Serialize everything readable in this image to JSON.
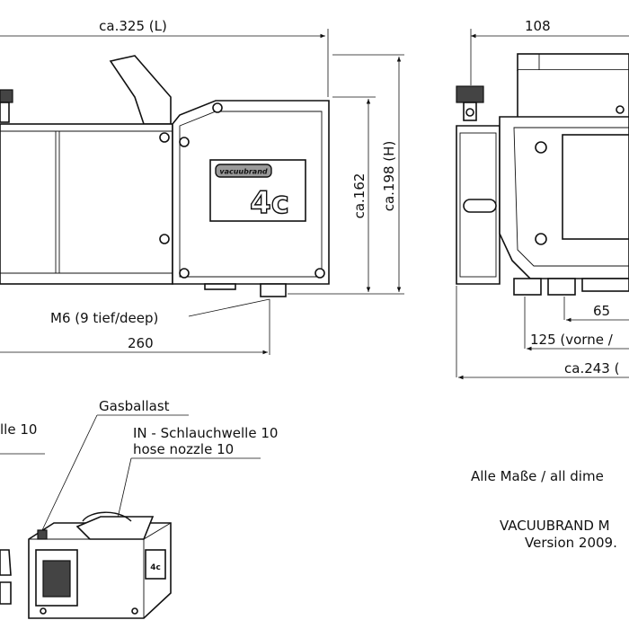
{
  "dimensions": {
    "length": "ca.325 (L)",
    "height_total": "ca.198 (H)",
    "height_body": "ca.162",
    "thread": "M6 (9 tief/deep)",
    "foot_span": "260",
    "width_108": "108",
    "foot_65": "65",
    "foot_125": "125 (vorne /",
    "width_total": "ca.243 ("
  },
  "callouts": {
    "gasballast": "Gasballast",
    "inlet_de": "IN - Schlauchwelle 10",
    "inlet_en": "hose nozzle 10",
    "outlet_partial": "lle 10"
  },
  "front_label": {
    "brand": "vacuubrand",
    "model": "4c"
  },
  "notes": {
    "all_dims": "Alle Maße / all dime",
    "company": "VACUUBRAND M",
    "version": "Version 2009."
  }
}
